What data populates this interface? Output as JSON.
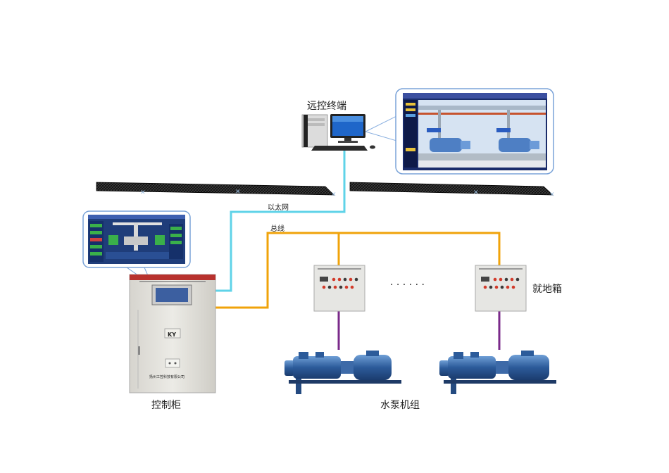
{
  "labels": {
    "remote_terminal": "远控终端",
    "ethernet": "以太网",
    "bus": "总线",
    "local_box": "就地箱",
    "control_cabinet": "控制柜",
    "pump_unit": "水泵机组",
    "cabinet_badge": "KY",
    "cabinet_company": "扬州工控科技有限公司",
    "ellipsis": "· · · · · ·"
  },
  "colors": {
    "ethernet_line": "#5fd3e8",
    "bus_line": "#f0a30a",
    "pump_link": "#7a2a8a",
    "pump_body": "#2f5fa0",
    "cabinet_body": "#e3e1db",
    "cabinet_header": "#b8322e",
    "screen_bg": "#1a2c6a",
    "track": "#1a1a1a"
  }
}
